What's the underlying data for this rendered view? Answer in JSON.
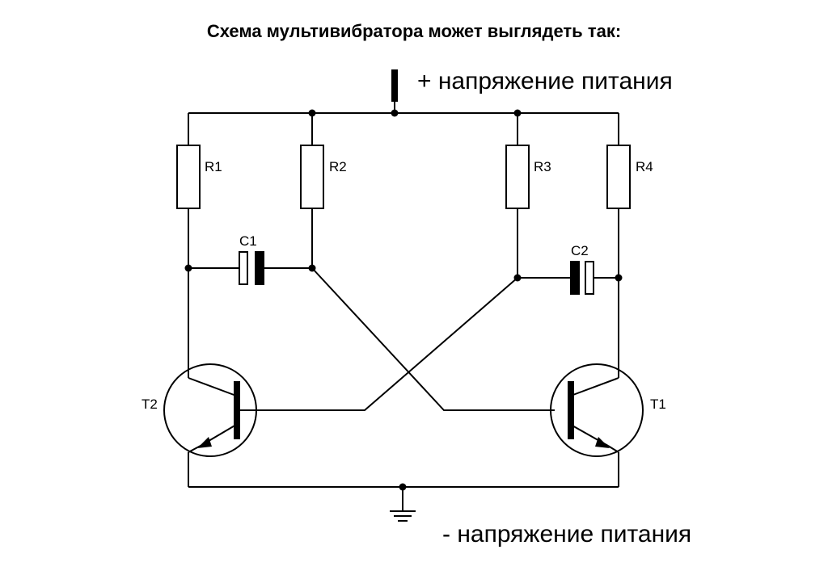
{
  "title": "Схема мультивибратора может выглядеть так:",
  "supply_plus_label": "+ напряжение питания",
  "supply_minus_label": "- напряжение питания",
  "components": {
    "r1": "R1",
    "r2": "R2",
    "r3": "R3",
    "r4": "R4",
    "c1": "C1",
    "c2": "C2",
    "t1": "T1",
    "t2": "T2"
  }
}
